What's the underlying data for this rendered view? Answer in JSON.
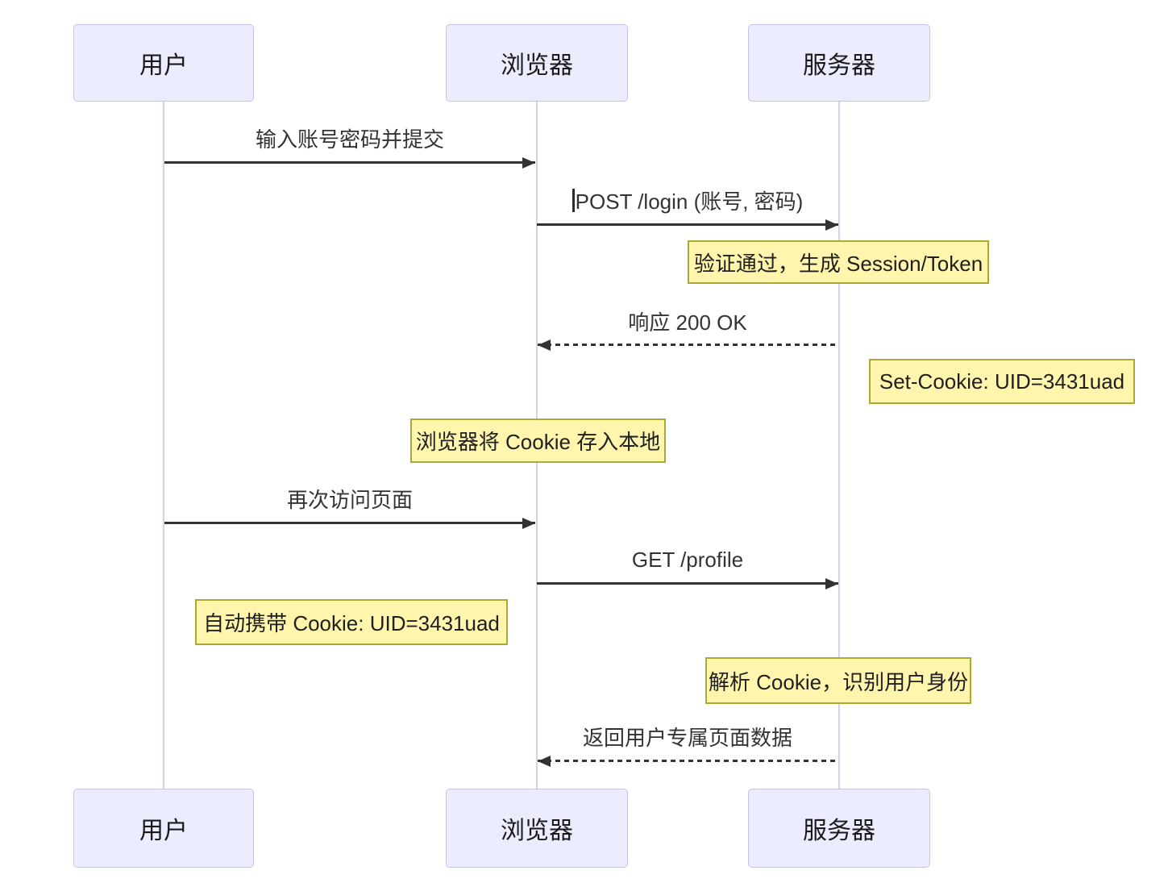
{
  "diagram_type": "sequence-diagram",
  "actors": [
    {
      "id": "user",
      "label": "用户"
    },
    {
      "id": "browser",
      "label": "浏览器"
    },
    {
      "id": "server",
      "label": "服务器"
    }
  ],
  "messages": [
    {
      "label": "输入账号密码并提交",
      "from": "用户",
      "to": "浏览器",
      "line": "solid"
    },
    {
      "label": "POST /login (账号, 密码)",
      "from": "浏览器",
      "to": "服务器",
      "line": "solid"
    },
    {
      "label": "响应 200 OK",
      "from": "服务器",
      "to": "浏览器",
      "line": "dashed"
    },
    {
      "label": "再次访问页面",
      "from": "用户",
      "to": "浏览器",
      "line": "solid"
    },
    {
      "label": "GET /profile",
      "from": "浏览器",
      "to": "服务器",
      "line": "solid"
    },
    {
      "label": "返回用户专属页面数据",
      "from": "服务器",
      "to": "浏览器",
      "line": "dashed"
    }
  ],
  "notes": [
    {
      "label": "验证通过，生成 Session/Token",
      "position": "over 服务器"
    },
    {
      "label": "Set-Cookie: UID=3431uad",
      "position": "right of 服务器"
    },
    {
      "label": "浏览器将 Cookie 存入本地",
      "position": "over 浏览器"
    },
    {
      "label": "自动携带 Cookie: UID=3431uad",
      "position": "left of 浏览器"
    },
    {
      "label": "解析 Cookie，识别用户身份",
      "position": "over 服务器"
    }
  ],
  "colors": {
    "actor_fill": "#ECECFF",
    "actor_border": "#C9C2E0",
    "lifeline": "#D9D0EC",
    "note_fill": "#FFF5AD",
    "note_border": "#AAAA33",
    "line": "#333333",
    "text": "#333333",
    "background": "#FFFFFF"
  }
}
